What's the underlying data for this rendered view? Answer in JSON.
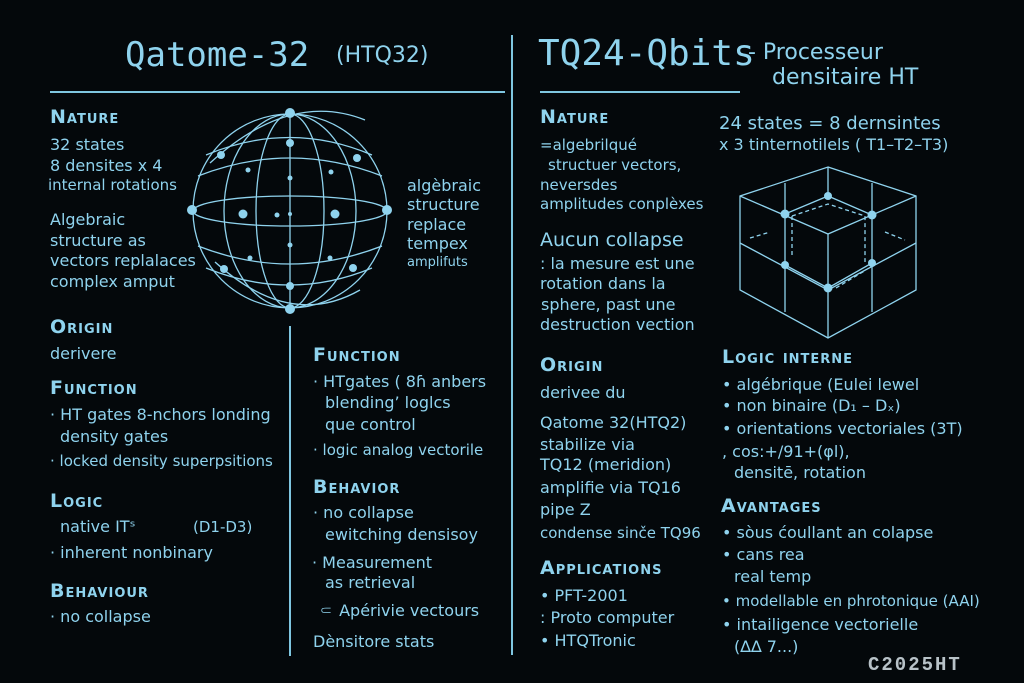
{
  "left": {
    "title": "Qatome-32",
    "title_code": "(HTQ32)",
    "nature": {
      "heading": "Nature",
      "lines": [
        "32 states",
        "8 densites x 4",
        "internal rotations",
        "Algebraic",
        "structure as",
        "vectors replalaces",
        "complex amput"
      ]
    },
    "sphere_caption": [
      "algèbraic",
      "structure",
      "replace",
      "tempex",
      "amplifuts"
    ],
    "origin": {
      "heading": "Origin",
      "lines": [
        "derivere"
      ]
    },
    "function": {
      "heading": "Function",
      "lines": [
        "· HT gates  8-nchors londing",
        "density gates",
        "· locked density superpsitions"
      ]
    },
    "logic": {
      "heading": "Logic",
      "lines": [
        "native ITˢ",
        "(D1-D3)",
        "· inherent nonbinary"
      ]
    },
    "behaviour": {
      "heading": "Behaviour",
      "lines": [
        "· no collapse"
      ]
    },
    "function2": {
      "heading": "Function",
      "lines": [
        "· HTgates ( 8ɦ anbers",
        "blending’ loglcs",
        "que control",
        "· logic analog vectorile"
      ]
    },
    "behavior2": {
      "heading": "Behavior",
      "lines": [
        "· no collapse",
        "ewitching densisoy",
        "· Measurement",
        "as retrieval",
        "⸦ Apérivie vectours",
        "Dènsitore stats"
      ]
    }
  },
  "right": {
    "title": "TQ24-Qbits",
    "subtitle_1": "- Processeur",
    "subtitle_2": "densitaire HT",
    "states": [
      "24 states =  8 dernsintes",
      "x 3 tinternotilels ( T1–T2–T3)"
    ],
    "nature": {
      "heading": "Nature",
      "lines": [
        "=algebrilqué",
        "structuer vectors,",
        "neversdes",
        "amplitudes conplèxes"
      ]
    },
    "collapse": {
      "heading": "Aucun collapse",
      "lines": [
        ": la mesure est une",
        "rotation dans la",
        "sphere, past une",
        "destruction vection"
      ]
    },
    "origin": {
      "heading": "Origin",
      "lines": [
        "derivee du",
        "Qatome 32(HTQ2)",
        "stabilize via",
        "TQ12 (meridion)",
        "amplifie via TQ16",
        "pipe  Z",
        "condense sinče TQ96"
      ]
    },
    "applications": {
      "heading": "Applications",
      "lines": [
        "• PFT-2001",
        ": Proto computer",
        "• HTQTronic"
      ]
    },
    "logic": {
      "heading": "Logic interne",
      "lines": [
        "• algébrique (Eulei  lewel",
        "• non binaire (D₁ – Dₓ)",
        "• orientations  vectoriales (3T)",
        ", cos:+/91+(φl),",
        "densitē,  rotation"
      ]
    },
    "avantages": {
      "heading": "Avantages",
      "lines": [
        "• sòus ćoullant  an colapse",
        "• cans rea",
        "real temp",
        "• modellable en phrotonique (AAI)",
        "• intailigence  vectorielle",
        "(∆∆ 7...)"
      ]
    }
  },
  "watermark": "C2025HT",
  "colors": {
    "accent": "#8fd3ee",
    "background": "#04080b"
  }
}
